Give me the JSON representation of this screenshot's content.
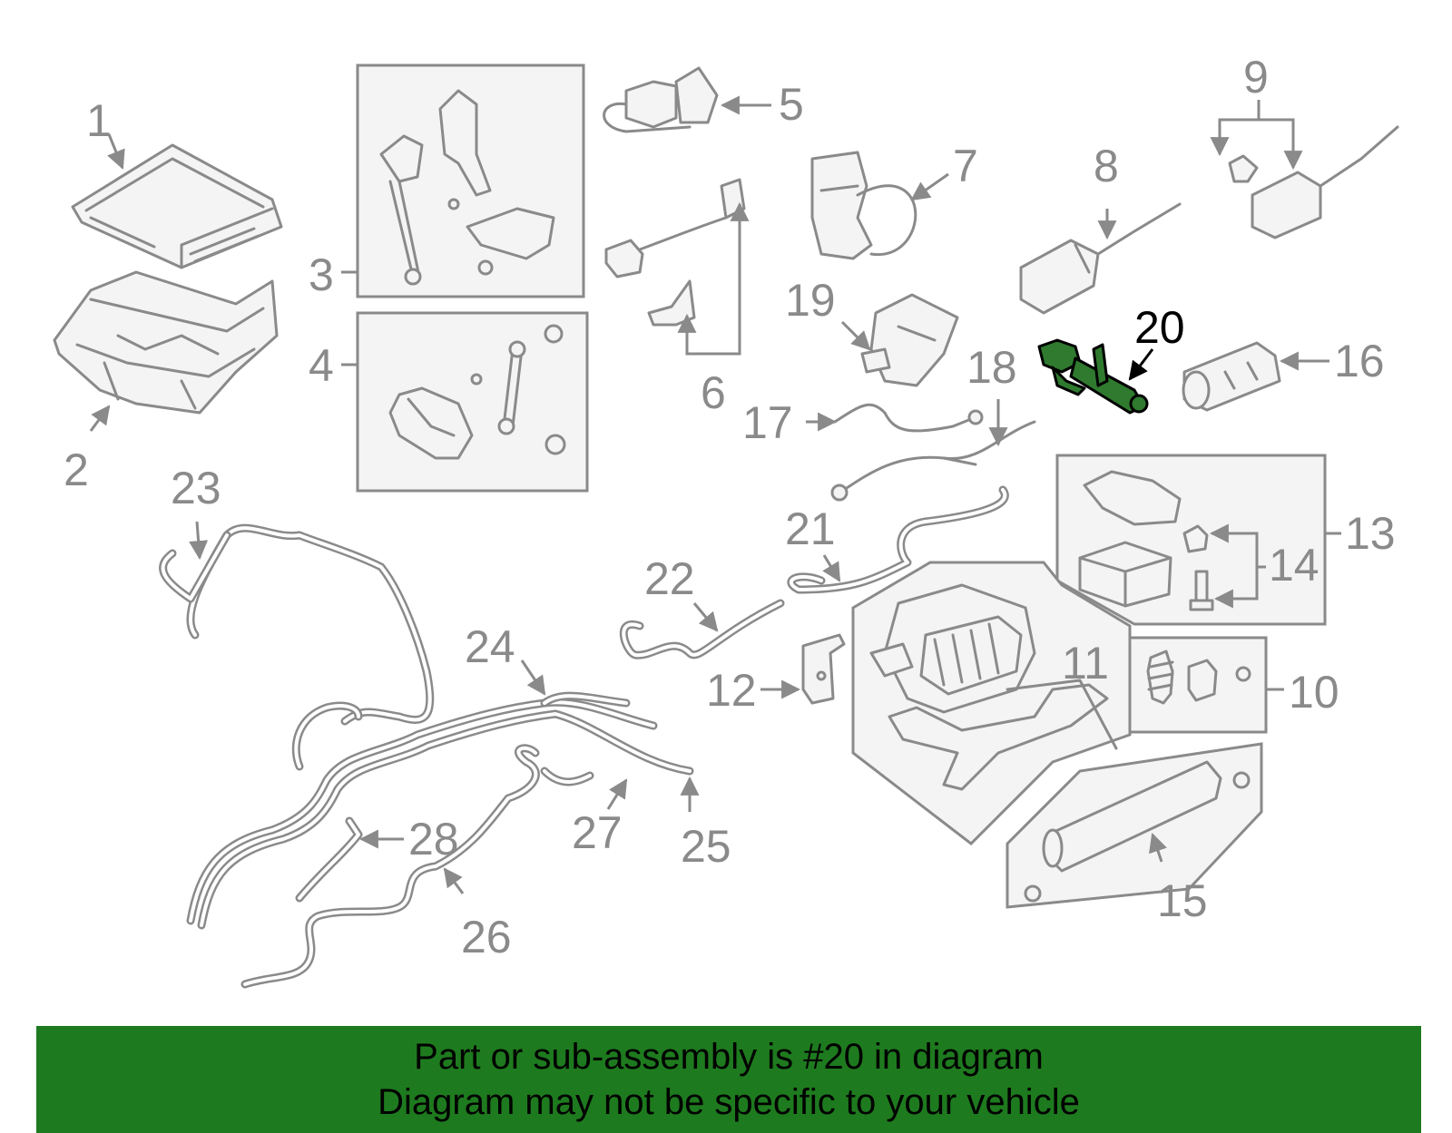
{
  "diagram": {
    "highlight_color": "#2f7a2f",
    "line_color": "#8a8a8a",
    "callouts": [
      "1",
      "2",
      "3",
      "4",
      "5",
      "6",
      "7",
      "8",
      "9",
      "10",
      "11",
      "12",
      "13",
      "14",
      "15",
      "16",
      "17",
      "18",
      "19",
      "20",
      "21",
      "22",
      "23",
      "24",
      "25",
      "26",
      "27",
      "28"
    ],
    "highlighted_callout": "20"
  },
  "banner": {
    "background": "#1e7a1e",
    "line1": "Part or sub-assembly is #20 in diagram",
    "line2": "Diagram may not be specific to your vehicle"
  }
}
